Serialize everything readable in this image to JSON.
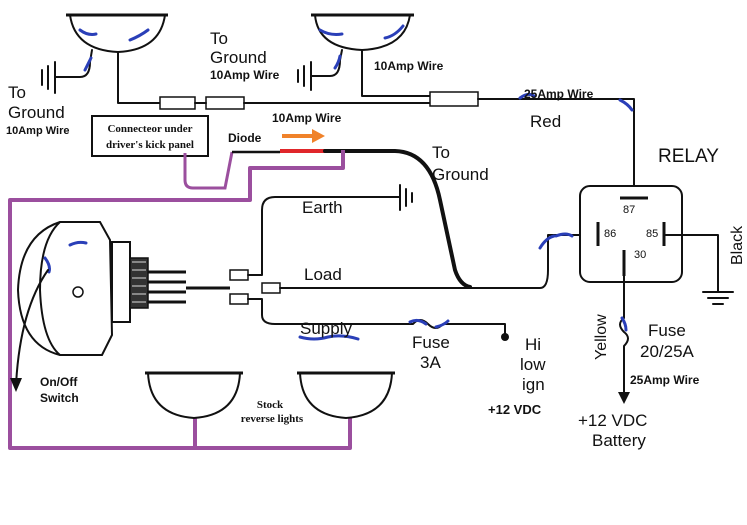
{
  "labels": {
    "to_ground_left": [
      "To",
      "Ground"
    ],
    "wire_10amp_left": "10Amp Wire",
    "to_ground_top": [
      "To",
      "Ground"
    ],
    "wire_10amp_top": "10Amp Wire",
    "wire_10amp_right": "10Amp Wire",
    "wire_25amp_top": "25Amp Wire",
    "red": "Red",
    "connector": [
      "Connecteor under",
      "driver's kick panel"
    ],
    "diode": "Diode",
    "wire_10amp_diode": "10Amp Wire",
    "to_ground_mid": [
      "To",
      "Ground"
    ],
    "relay": "RELAY",
    "earth": "Earth",
    "load": "Load",
    "supply": "Supply",
    "fuse_3a": [
      "Fuse",
      "3A"
    ],
    "hi_low_ign": [
      "Hi",
      "low",
      "ign"
    ],
    "vdc_ign": "+12 VDC",
    "pin_87": "87",
    "pin_86": "86",
    "pin_85": "85",
    "pin_30": "30",
    "black": "Black",
    "yellow": "Yellow",
    "fuse_20_25": [
      "Fuse",
      "20/25A"
    ],
    "wire_25amp_bottom": "25Amp Wire",
    "battery": [
      "+12 VDC",
      "Battery"
    ],
    "switch": [
      "On/Off",
      "Switch"
    ],
    "stock_lights": [
      "Stock",
      "reverse lights"
    ]
  },
  "colors": {
    "wire": "#111111",
    "harness": "#9b4f9e",
    "diode_wire": "#e0262a",
    "diode_arrow": "#f0822a",
    "marker": "#2a3fb8"
  }
}
